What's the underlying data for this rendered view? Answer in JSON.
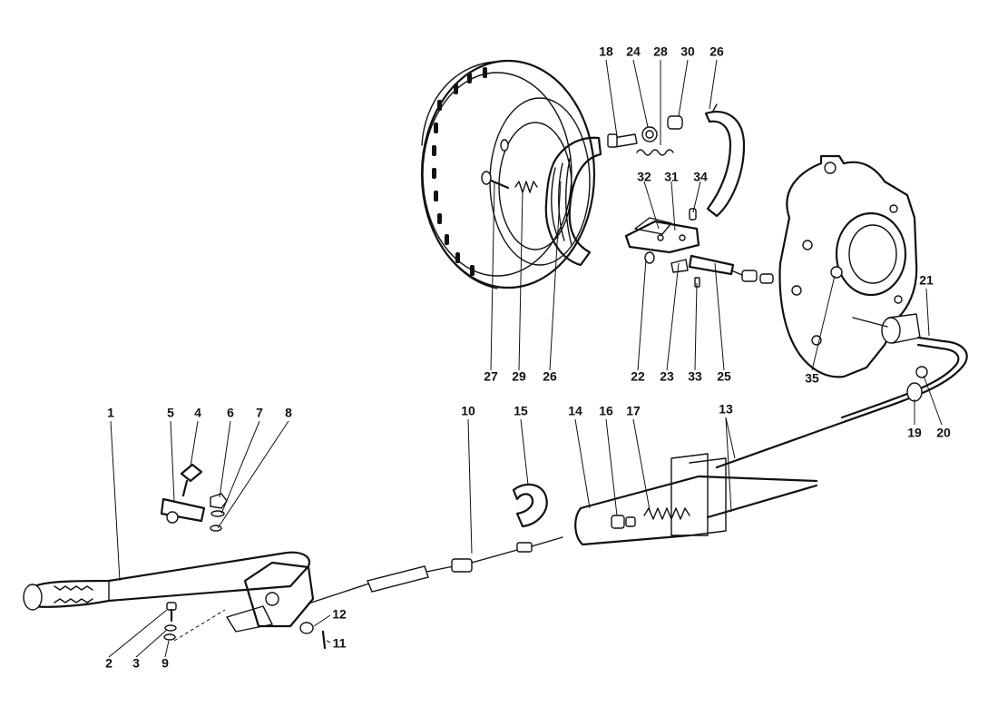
{
  "diagram": {
    "line_color": "#111111",
    "background_color": "#ffffff",
    "callouts": [
      {
        "id": "c1",
        "label": "1"
      },
      {
        "id": "c2",
        "label": "2"
      },
      {
        "id": "c3",
        "label": "3"
      },
      {
        "id": "c4",
        "label": "4"
      },
      {
        "id": "c5",
        "label": "5"
      },
      {
        "id": "c6",
        "label": "6"
      },
      {
        "id": "c7",
        "label": "7"
      },
      {
        "id": "c8",
        "label": "8"
      },
      {
        "id": "c9",
        "label": "9"
      },
      {
        "id": "c10",
        "label": "10"
      },
      {
        "id": "c11",
        "label": "11"
      },
      {
        "id": "c12",
        "label": "12"
      },
      {
        "id": "c13",
        "label": "13"
      },
      {
        "id": "c14",
        "label": "14"
      },
      {
        "id": "c15",
        "label": "15"
      },
      {
        "id": "c16",
        "label": "16"
      },
      {
        "id": "c17",
        "label": "17"
      },
      {
        "id": "c18",
        "label": "18"
      },
      {
        "id": "c19",
        "label": "19"
      },
      {
        "id": "c20",
        "label": "20"
      },
      {
        "id": "c21",
        "label": "21"
      },
      {
        "id": "c22",
        "label": "22"
      },
      {
        "id": "c23",
        "label": "23"
      },
      {
        "id": "c24",
        "label": "24"
      },
      {
        "id": "c25",
        "label": "25"
      },
      {
        "id": "c26a",
        "label": "26"
      },
      {
        "id": "c26b",
        "label": "26"
      },
      {
        "id": "c27",
        "label": "27"
      },
      {
        "id": "c28",
        "label": "28"
      },
      {
        "id": "c29",
        "label": "29"
      },
      {
        "id": "c30",
        "label": "30"
      },
      {
        "id": "c31",
        "label": "31"
      },
      {
        "id": "c32",
        "label": "32"
      },
      {
        "id": "c33",
        "label": "33"
      },
      {
        "id": "c34",
        "label": "34"
      },
      {
        "id": "c35",
        "label": "35"
      }
    ]
  }
}
